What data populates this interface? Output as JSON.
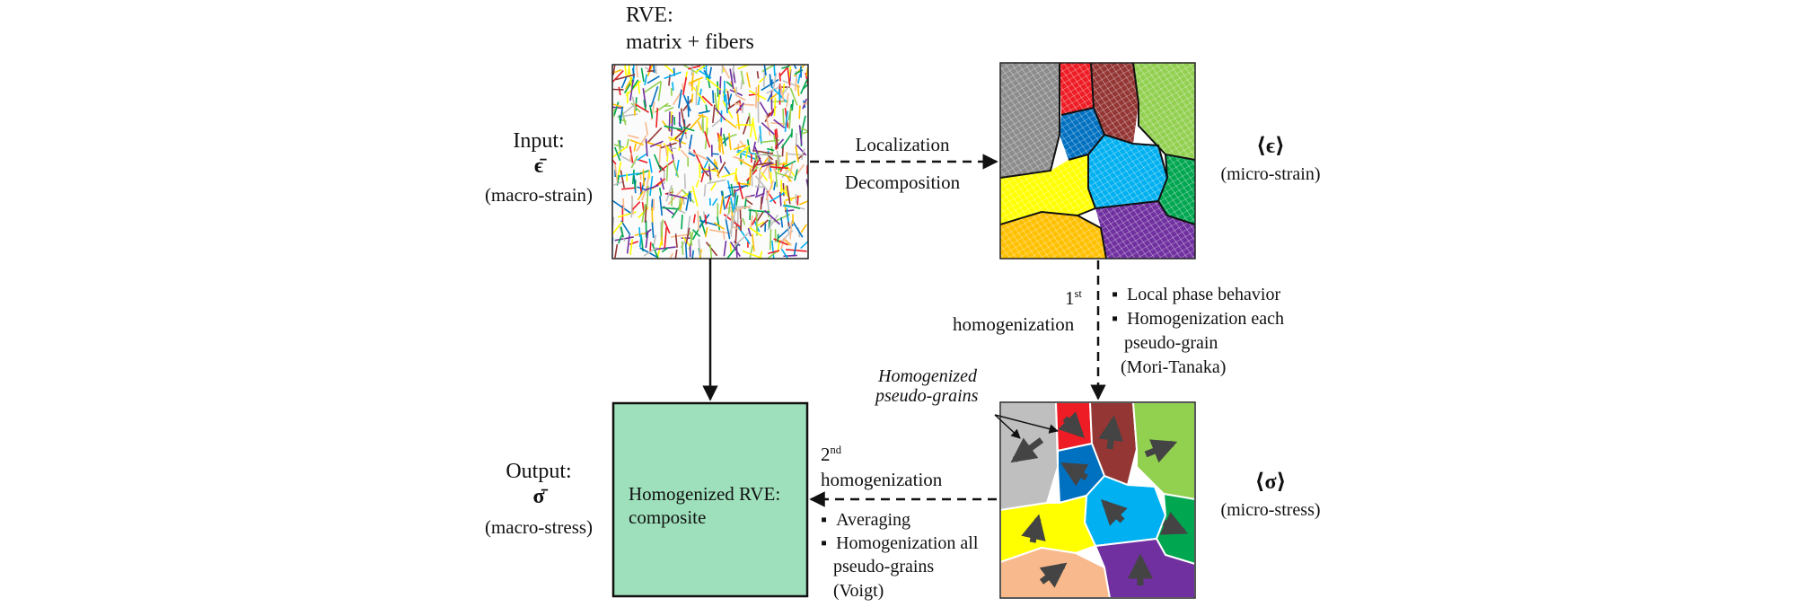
{
  "rve": {
    "title_line1": "RVE:",
    "title_line2": "matrix + fibers"
  },
  "input": {
    "label": "Input:",
    "symbol": "ϵ̄",
    "desc": "(macro-strain)"
  },
  "output": {
    "label": "Output:",
    "symbol": "σ̄",
    "desc": "(macro-stress)"
  },
  "localization": {
    "line1": "Localization",
    "line2": "Decomposition"
  },
  "micro_strain": {
    "symbol": "⟨ϵ⟩",
    "desc": "(micro-strain)"
  },
  "micro_stress": {
    "symbol": "⟨σ⟩",
    "desc": "(micro-stress)"
  },
  "first_homog": {
    "number": "1",
    "ordinal": "st",
    "word": "homogenization",
    "bullets": [
      "Local phase behavior",
      "Homogenization each"
    ],
    "cont1": "pseudo-grain",
    "cont2": "(Mori-Tanaka)"
  },
  "second_homog": {
    "number": "2",
    "ordinal": "nd",
    "word": "homogenization",
    "bullets": [
      "Averaging",
      "Homogenization all"
    ],
    "cont1": "pseudo-grains",
    "cont2": "(Voigt)"
  },
  "pseudo_grains_note": {
    "line1": "Homogenized",
    "line2": "pseudo-grains"
  },
  "homogenized_rve": {
    "line1": "Homogenized RVE:",
    "line2": "composite",
    "fill": "#9ee0bb"
  },
  "colors": {
    "red": "#ee1c24",
    "brown": "#943634",
    "light_green": "#92d050",
    "gray": "#bfbfbf",
    "blue": "#0070c0",
    "cyan": "#00b0f0",
    "green": "#00a650",
    "yellow": "#ffff00",
    "orange": "#f8b98c",
    "gold": "#ffc000",
    "purple": "#7030a0"
  }
}
